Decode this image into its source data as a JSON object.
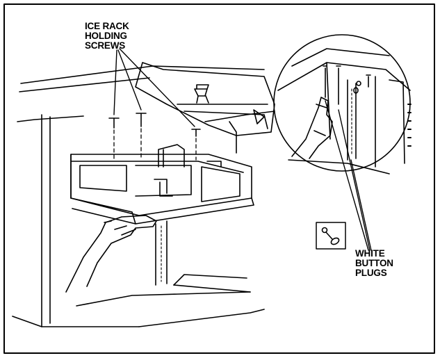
{
  "colors": {
    "ink": "#000000",
    "paper": "#ffffff"
  },
  "callouts": {
    "ice_rack_screws": [
      "ICE RACK",
      "HOLDING",
      "SCREWS"
    ],
    "white_button_plugs": [
      "WHITE",
      "BUTTON",
      "PLUGS"
    ]
  },
  "icons": {
    "key": "key-icon",
    "hand": "hand-icon",
    "screw": "screw-icon"
  }
}
